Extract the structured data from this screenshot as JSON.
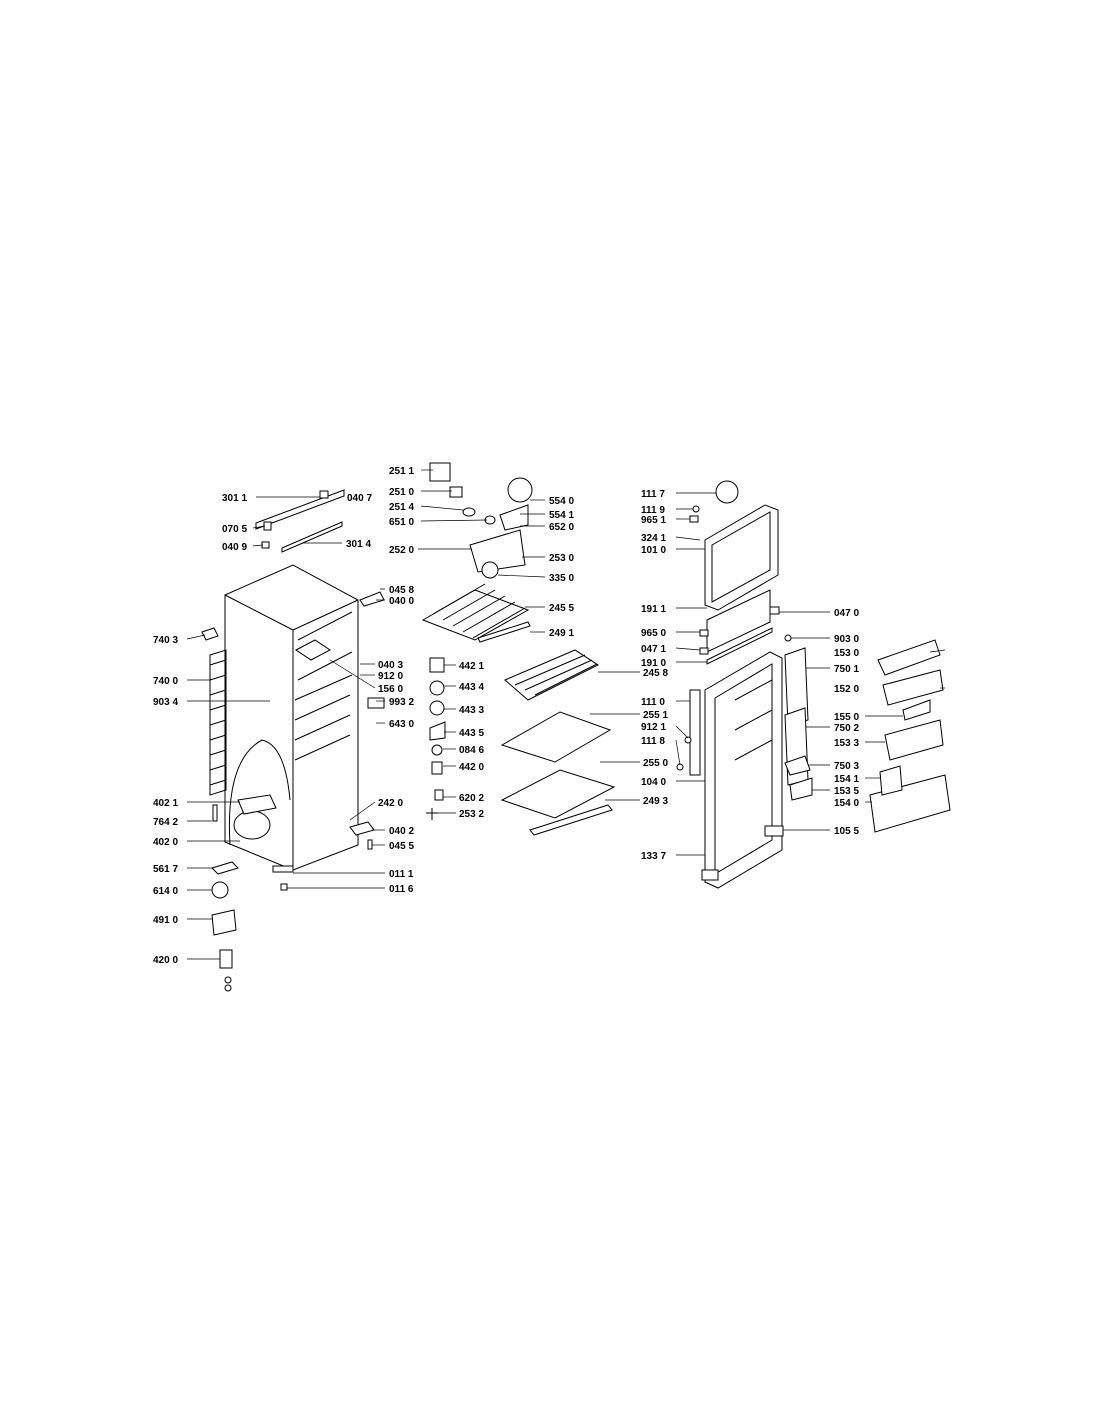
{
  "labels": [
    {
      "id": "l2511",
      "text": "251 1"
    },
    {
      "id": "l3011",
      "text": "301 1"
    },
    {
      "id": "l0407",
      "text": "040 7"
    },
    {
      "id": "l2510",
      "text": "251 0"
    },
    {
      "id": "l2514",
      "text": "251 4"
    },
    {
      "id": "l0705",
      "text": "070 5"
    },
    {
      "id": "l6510",
      "text": "651 0"
    },
    {
      "id": "l0409",
      "text": "040 9"
    },
    {
      "id": "l3014",
      "text": "301 4"
    },
    {
      "id": "l2520",
      "text": "252 0"
    },
    {
      "id": "l5540",
      "text": "554 0"
    },
    {
      "id": "l5541",
      "text": "554 1"
    },
    {
      "id": "l6520",
      "text": "652 0"
    },
    {
      "id": "l2530",
      "text": "253 0"
    },
    {
      "id": "l3350",
      "text": "335 0"
    },
    {
      "id": "l0458",
      "text": "045 8"
    },
    {
      "id": "l0400",
      "text": "040 0"
    },
    {
      "id": "l2455",
      "text": "245 5"
    },
    {
      "id": "l2491",
      "text": "249 1"
    },
    {
      "id": "l7403",
      "text": "740 3"
    },
    {
      "id": "l0403",
      "text": "040 3"
    },
    {
      "id": "l4421",
      "text": "442 1"
    },
    {
      "id": "l9120",
      "text": "912 0"
    },
    {
      "id": "l7400",
      "text": "740 0"
    },
    {
      "id": "l1560",
      "text": "156 0"
    },
    {
      "id": "l4434",
      "text": "443 4"
    },
    {
      "id": "l2458",
      "text": "245 8"
    },
    {
      "id": "l9034",
      "text": "903 4"
    },
    {
      "id": "l9932",
      "text": "993 2"
    },
    {
      "id": "l6430",
      "text": "643 0"
    },
    {
      "id": "l4433",
      "text": "443 3"
    },
    {
      "id": "l2551",
      "text": "255 1"
    },
    {
      "id": "l4435",
      "text": "443 5"
    },
    {
      "id": "l0846",
      "text": "084 6"
    },
    {
      "id": "l2550",
      "text": "255 0"
    },
    {
      "id": "l4420",
      "text": "442 0"
    },
    {
      "id": "l4021",
      "text": "402 1"
    },
    {
      "id": "l6202",
      "text": "620 2"
    },
    {
      "id": "l2420",
      "text": "242 0"
    },
    {
      "id": "l2493",
      "text": "249 3"
    },
    {
      "id": "l7642",
      "text": "764 2"
    },
    {
      "id": "l2532",
      "text": "253 2"
    },
    {
      "id": "l0402",
      "text": "040 2"
    },
    {
      "id": "l4020",
      "text": "402 0"
    },
    {
      "id": "l0455",
      "text": "045 5"
    },
    {
      "id": "l5617",
      "text": "561 7"
    },
    {
      "id": "l0111",
      "text": "011 1"
    },
    {
      "id": "l6140",
      "text": "614 0"
    },
    {
      "id": "l0116",
      "text": "011 6"
    },
    {
      "id": "l4910",
      "text": "491 0"
    },
    {
      "id": "l4200",
      "text": "420 0"
    },
    {
      "id": "l1117",
      "text": "111 7"
    },
    {
      "id": "l1119",
      "text": "111 9"
    },
    {
      "id": "l9651",
      "text": "965 1"
    },
    {
      "id": "l3241",
      "text": "324 1"
    },
    {
      "id": "l1010",
      "text": "101 0"
    },
    {
      "id": "l1911",
      "text": "191 1"
    },
    {
      "id": "l0470",
      "text": "047 0"
    },
    {
      "id": "l9650",
      "text": "965 0"
    },
    {
      "id": "l9030",
      "text": "903 0"
    },
    {
      "id": "l0471",
      "text": "047 1"
    },
    {
      "id": "l1530",
      "text": "153 0"
    },
    {
      "id": "l1910",
      "text": "191 0"
    },
    {
      "id": "l7501",
      "text": "750 1"
    },
    {
      "id": "l1520",
      "text": "152 0"
    },
    {
      "id": "l1110",
      "text": "111 0"
    },
    {
      "id": "l9121",
      "text": "912 1"
    },
    {
      "id": "l1550",
      "text": "155 0"
    },
    {
      "id": "l7502",
      "text": "750 2"
    },
    {
      "id": "l1118",
      "text": "111 8"
    },
    {
      "id": "l1533",
      "text": "153 3"
    },
    {
      "id": "l7503",
      "text": "750 3"
    },
    {
      "id": "l1040",
      "text": "104 0"
    },
    {
      "id": "l1541",
      "text": "154 1"
    },
    {
      "id": "l1535",
      "text": "153 5"
    },
    {
      "id": "l1540",
      "text": "154 0"
    },
    {
      "id": "l1055",
      "text": "105 5"
    },
    {
      "id": "l1337",
      "text": "133 7"
    }
  ]
}
